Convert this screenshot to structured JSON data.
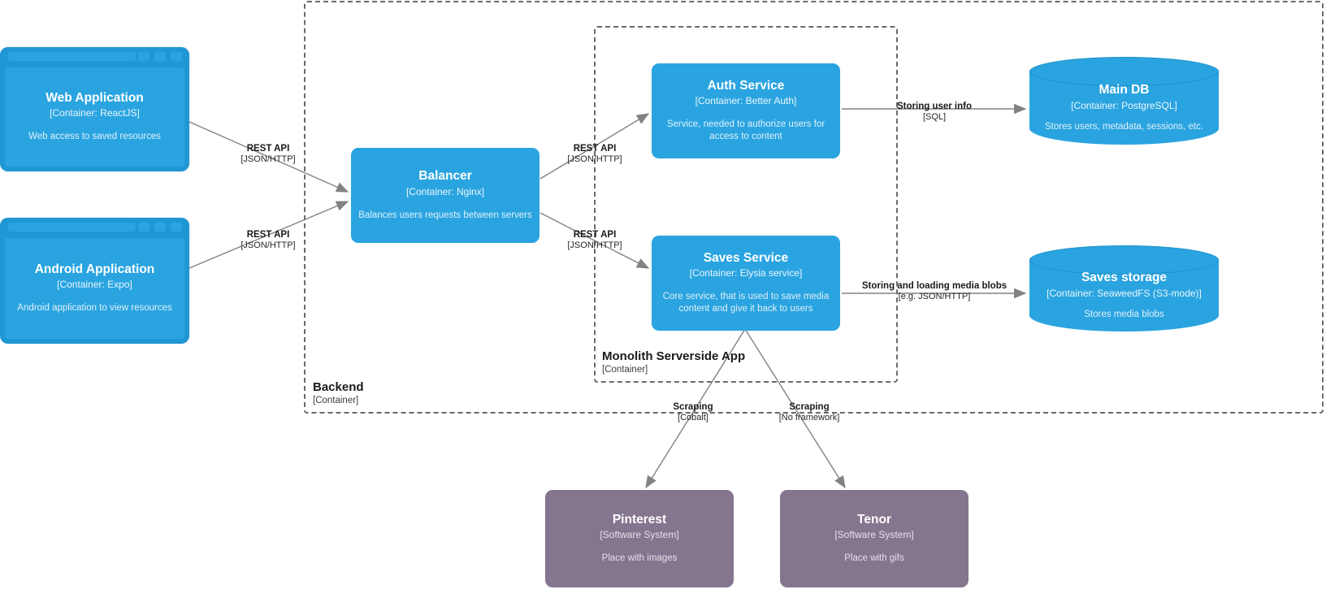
{
  "diagram": {
    "type": "C4 container diagram",
    "colors": {
      "container_blue": "#2aa4e0",
      "external_system_purple": "#85768f",
      "edge_grey": "#828282",
      "boundary_dash": "#6a6a6a",
      "text_light": "#ffffff"
    }
  },
  "boundaries": [
    {
      "id": "backend",
      "label": "Backend",
      "sub": "[Container]"
    },
    {
      "id": "monolith",
      "label": "Monolith Serverside App",
      "sub": "[Container]"
    }
  ],
  "nodes": [
    {
      "id": "web-application",
      "shape": "browser-window",
      "title": "Web Application",
      "tech": "[Container: ReactJS]",
      "desc": "Web access to saved resources"
    },
    {
      "id": "android-application",
      "shape": "browser-window",
      "title": "Android Application",
      "tech": "[Container: Expo]",
      "desc": "Android application to view resources"
    },
    {
      "id": "balancer",
      "shape": "rounded-box",
      "title": "Balancer",
      "tech": "[Container: Nginx]",
      "desc": "Balances users requests between servers"
    },
    {
      "id": "auth-service",
      "shape": "rounded-box",
      "title": "Auth Service",
      "tech": "[Container: Better Auth]",
      "desc": "Service, needed to authorize users for access to content"
    },
    {
      "id": "saves-service",
      "shape": "rounded-box",
      "title": "Saves Service",
      "tech": "[Container: Elysia service]",
      "desc": "Core service, that is used to save media content and give it back to users"
    },
    {
      "id": "main-db",
      "shape": "cylinder",
      "title": "Main DB",
      "tech": "[Container: PostgreSQL]",
      "desc": "Stores users, metadata, sessions, etc."
    },
    {
      "id": "saves-storage",
      "shape": "cylinder",
      "title": "Saves storage",
      "tech": "[Container: SeaweedFS (S3-mode)]",
      "desc": "Stores media blobs"
    },
    {
      "id": "pinterest",
      "shape": "rounded-box",
      "title": "Pinterest",
      "tech": "[Software System]",
      "desc": "Place with images"
    },
    {
      "id": "tenor",
      "shape": "rounded-box",
      "title": "Tenor",
      "tech": "[Software System]",
      "desc": "Place with gifs"
    }
  ],
  "edges": [
    {
      "id": "web-to-balancer",
      "from": "web-application",
      "to": "balancer",
      "label": "REST API",
      "sub": "[JSON/HTTP]"
    },
    {
      "id": "android-to-balancer",
      "from": "android-application",
      "to": "balancer",
      "label": "REST API",
      "sub": "[JSON/HTTP]"
    },
    {
      "id": "balancer-to-auth",
      "from": "balancer",
      "to": "auth-service",
      "label": "REST API",
      "sub": "[JSON/HTTP]"
    },
    {
      "id": "balancer-to-saves",
      "from": "balancer",
      "to": "saves-service",
      "label": "REST API",
      "sub": "[JSON/HTTP]"
    },
    {
      "id": "auth-to-maindb",
      "from": "auth-service",
      "to": "main-db",
      "label": "Storing user info",
      "sub": "[SQL]"
    },
    {
      "id": "saves-to-storage",
      "from": "saves-service",
      "to": "saves-storage",
      "label": "Storing and loading media blobs",
      "sub": "[e.g. JSON/HTTP]"
    },
    {
      "id": "saves-to-pinterest",
      "from": "saves-service",
      "to": "pinterest",
      "label": "Scraping",
      "sub": "[Cobalt]"
    },
    {
      "id": "saves-to-tenor",
      "from": "saves-service",
      "to": "tenor",
      "label": "Scraping",
      "sub": "[No framework]"
    }
  ]
}
